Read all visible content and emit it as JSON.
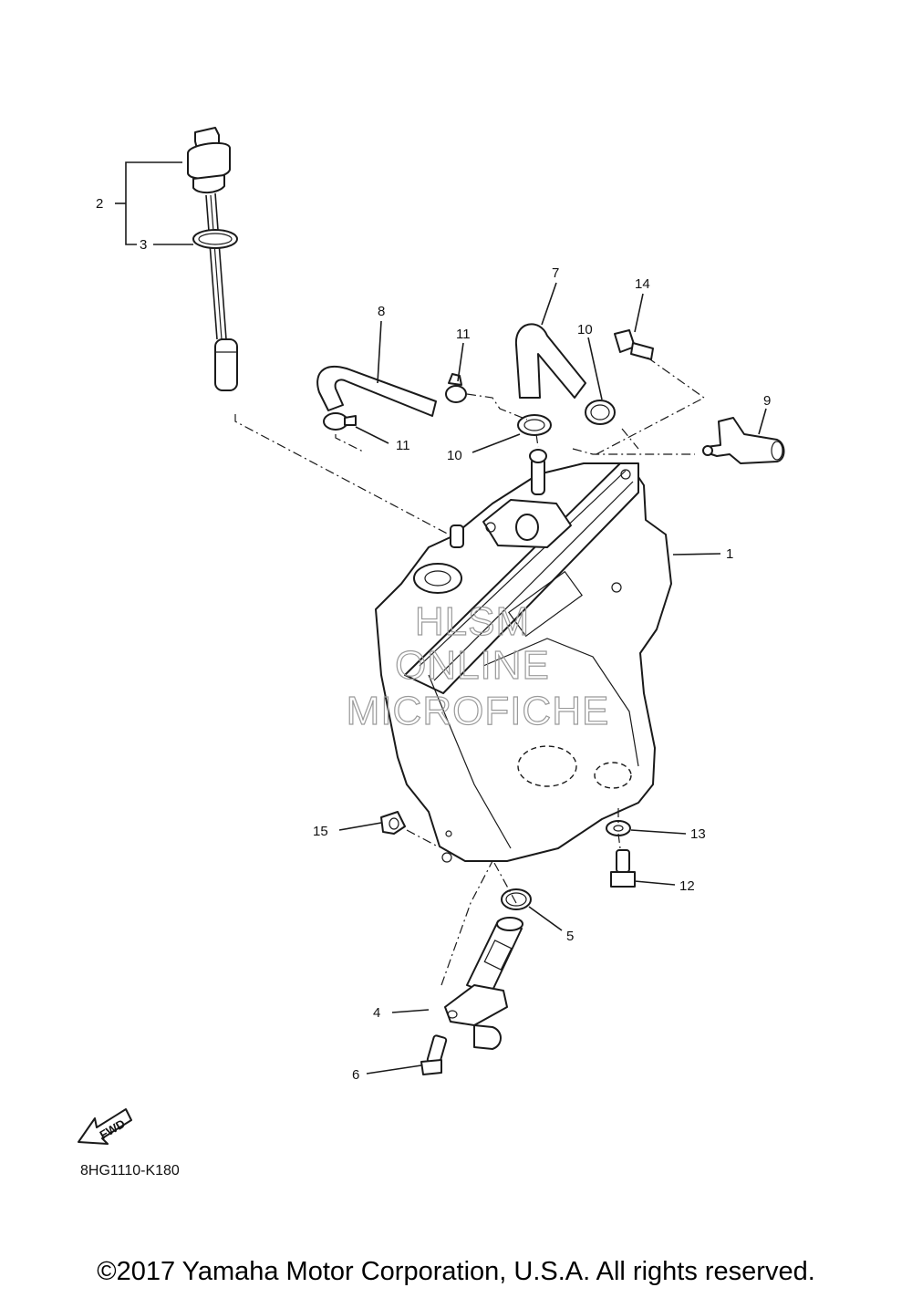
{
  "callouts": [
    {
      "n": "1"
    },
    {
      "n": "2"
    },
    {
      "n": "3"
    },
    {
      "n": "4"
    },
    {
      "n": "5"
    },
    {
      "n": "6"
    },
    {
      "n": "7"
    },
    {
      "n": "8"
    },
    {
      "n": "9"
    },
    {
      "n": "10"
    },
    {
      "n": "10"
    },
    {
      "n": "11"
    },
    {
      "n": "11"
    },
    {
      "n": "12"
    },
    {
      "n": "13"
    },
    {
      "n": "14"
    },
    {
      "n": "15"
    }
  ],
  "watermark": {
    "line1": "HLSM",
    "line2": "ONLINE",
    "line3": "MICROFICHE"
  },
  "fwd_label": "FWD",
  "diagram_code": "8HG1110-K180",
  "copyright": "©2017 Yamaha Motor Corporation, U.S.A. All rights reserved."
}
